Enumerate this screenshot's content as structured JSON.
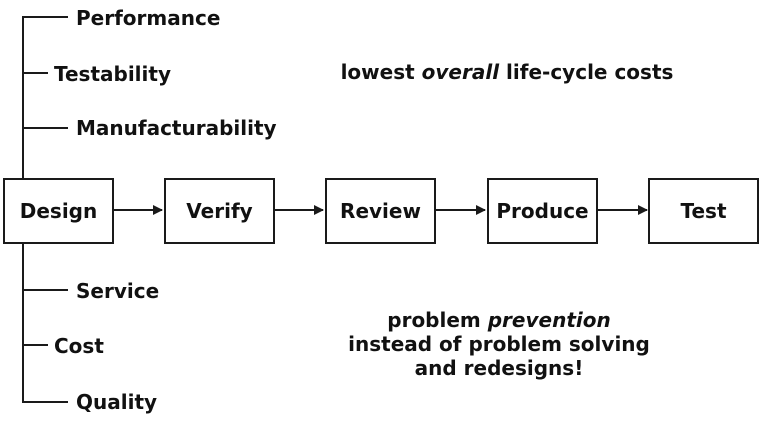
{
  "branches_top": [
    "Performance",
    "Testability",
    "Manufacturability"
  ],
  "branches_bottom": [
    "Service",
    "Cost",
    "Quality"
  ],
  "process_steps": [
    "Design",
    "Verify",
    "Review",
    "Produce",
    "Test"
  ],
  "note_top": {
    "before": "lowest ",
    "emphasis": "overall",
    "after": " life-cycle costs"
  },
  "note_bottom": {
    "line1_before": "problem ",
    "line1_emphasis": "prevention",
    "line2": "instead of problem solving",
    "line3": "and redesigns!"
  },
  "colors": {
    "line": "#1a1a1a",
    "text": "#111111",
    "background": "#ffffff"
  }
}
